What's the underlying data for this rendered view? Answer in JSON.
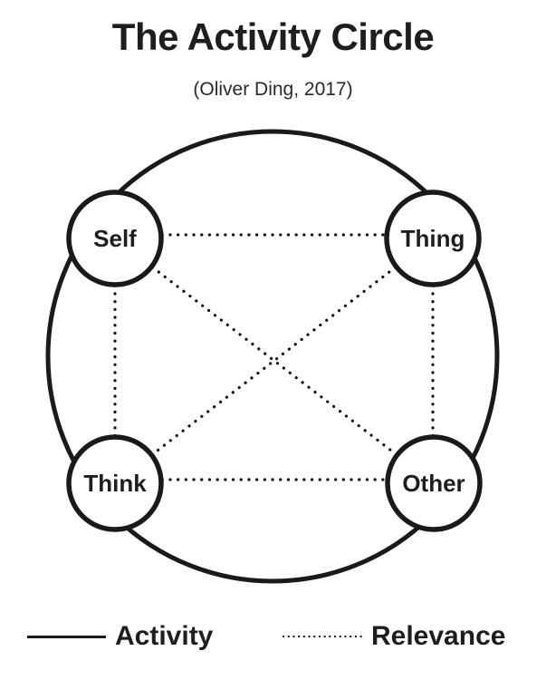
{
  "title": "The Activity Circle",
  "subtitle": "(Oliver Ding, 2017)",
  "colors": {
    "ink": "#1e1e1e",
    "stroke": "#1a1a1a",
    "background": "#ffffff"
  },
  "diagram": {
    "outer_shape": "circle",
    "nodes": [
      {
        "id": "self",
        "label": "Self",
        "position": "top-left"
      },
      {
        "id": "thing",
        "label": "Thing",
        "position": "top-right"
      },
      {
        "id": "think",
        "label": "Think",
        "position": "bottom-left"
      },
      {
        "id": "other",
        "label": "Other",
        "position": "bottom-right"
      }
    ],
    "relevance_links": [
      [
        "self",
        "thing"
      ],
      [
        "think",
        "other"
      ],
      [
        "self",
        "think"
      ],
      [
        "thing",
        "other"
      ],
      [
        "self",
        "other"
      ],
      [
        "thing",
        "think"
      ]
    ]
  },
  "legend": {
    "items": [
      {
        "label": "Activity",
        "line_style": "solid"
      },
      {
        "label": "Relevance",
        "line_style": "dotted"
      }
    ]
  }
}
